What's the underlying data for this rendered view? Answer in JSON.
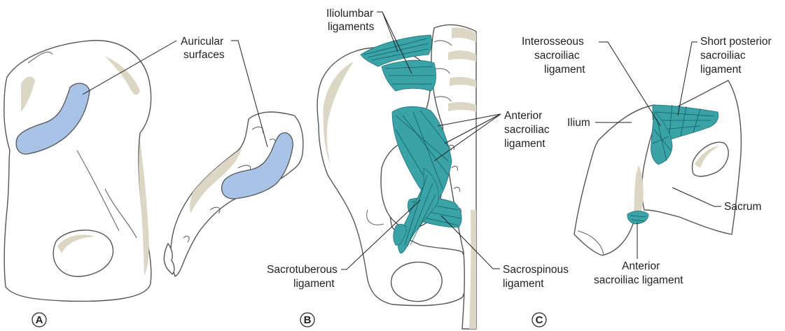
{
  "panels": [
    {
      "letter": "A"
    },
    {
      "letter": "B"
    },
    {
      "letter": "C"
    }
  ],
  "labels": {
    "auricular_1": "Auricular",
    "auricular_2": "surfaces",
    "iliolumbar_1": "Iliolumbar",
    "iliolumbar_2": "ligaments",
    "ant_b_1": "Anterior",
    "ant_b_2": "sacroiliac",
    "ant_b_3": "ligament",
    "sacrotuberous_1": "Sacrotuberous",
    "sacrotuberous_2": "ligament",
    "sacrospinous_1": "Sacrospinous",
    "sacrospinous_2": "ligament",
    "interosseous_1": "Interosseous",
    "interosseous_2": "sacroiliac",
    "interosseous_3": "ligament",
    "short_post_1": "Short posterior",
    "short_post_2": "sacroiliac",
    "short_post_3": "ligament",
    "ilium": "Ilium",
    "sacrum": "Sacrum",
    "ant_c_1": "Anterior",
    "ant_c_2": "sacroiliac ligament"
  },
  "colors": {
    "auricular_surface": "#a9c3e6",
    "ligament": "#3aa3a7",
    "bone_shade": "#dcd6c4"
  }
}
